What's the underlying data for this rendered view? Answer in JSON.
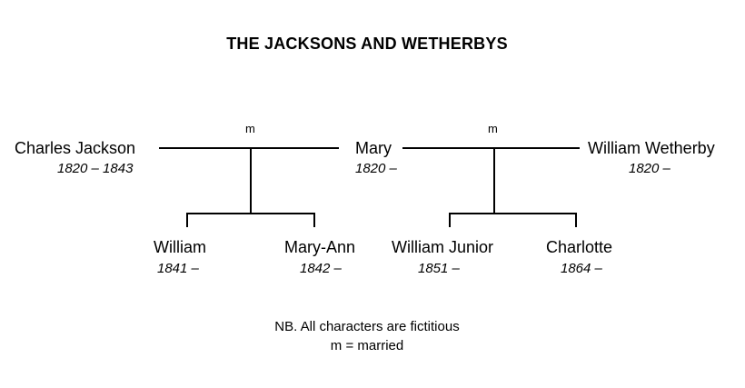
{
  "title": "THE JACKSONS AND WETHERBYS",
  "marriage_marker": "m",
  "people": {
    "charles": {
      "name": "Charles Jackson",
      "dates": "1820 – 1843"
    },
    "mary": {
      "name": "Mary",
      "dates": "1820 –"
    },
    "william_wetherby": {
      "name": "William Wetherby",
      "dates": "1820 –"
    },
    "william": {
      "name": "William",
      "dates": "1841 –"
    },
    "mary_ann": {
      "name": "Mary-Ann",
      "dates": "1842 –"
    },
    "william_junior": {
      "name": "William Junior",
      "dates": "1851 –"
    },
    "charlotte": {
      "name": "Charlotte",
      "dates": "1864 –"
    }
  },
  "notes": {
    "line1": "NB. All characters are fictitious",
    "line2": "m = married"
  }
}
